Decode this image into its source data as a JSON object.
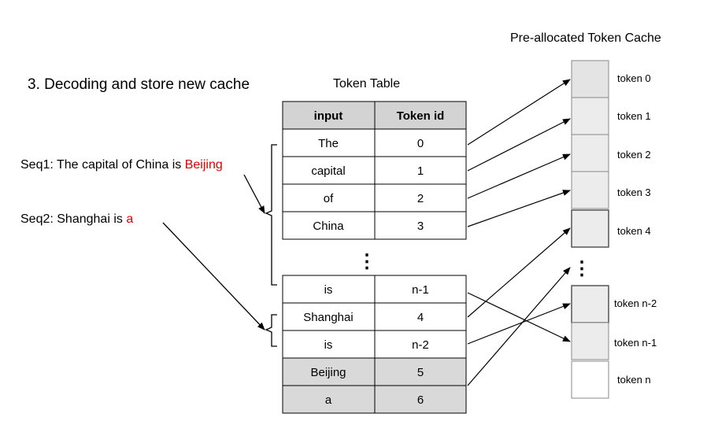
{
  "heading": "3. Decoding and store new cache",
  "table_title": "Token Table",
  "cache_title": "Pre-allocated Token Cache",
  "sequences": [
    {
      "prefix": "Seq1: The capital of China is ",
      "new_token": "Beijing"
    },
    {
      "prefix": "Seq2: Shanghai is ",
      "new_token": "a"
    }
  ],
  "table": {
    "headers": [
      "input",
      "Token id"
    ],
    "top_rows": [
      [
        "The",
        "0"
      ],
      [
        "capital",
        "1"
      ],
      [
        "of",
        "2"
      ],
      [
        "China",
        "3"
      ]
    ],
    "bottom_rows": [
      [
        "is",
        "n-1"
      ],
      [
        "Shanghai",
        "4"
      ],
      [
        "is",
        "n-2"
      ],
      [
        "Beijing",
        "5"
      ],
      [
        "a",
        "6"
      ]
    ],
    "highlighted_rows": [
      "Beijing",
      "a"
    ]
  },
  "ellipsis": "⋮",
  "cache": {
    "top_slots": [
      "token 0",
      "token 1",
      "token 2",
      "token 3",
      "token 4"
    ],
    "bottom_slots": [
      "token n-2",
      "token n-1",
      "token n"
    ]
  },
  "colors": {
    "header_fill": "#d3d3d3",
    "highlight_fill": "#d9d9d9",
    "cache_fill": "#ececec",
    "new_token": "#e00000"
  }
}
